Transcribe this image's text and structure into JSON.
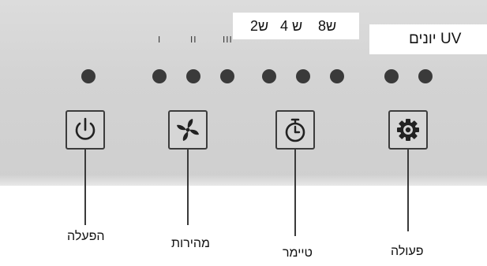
{
  "top_labels": {
    "timer_values": [
      "8ש",
      "4 ש",
      "2ש"
    ],
    "uv_ions": "יונים UV"
  },
  "speed_ticks": [
    "I",
    "II",
    "III"
  ],
  "buttons": {
    "power": {
      "caption": "הפעלה",
      "icon": "power-icon"
    },
    "speed": {
      "caption": "מהירות",
      "icon": "fan-icon"
    },
    "timer": {
      "caption": "טיימר",
      "icon": "stopwatch-icon"
    },
    "mode": {
      "caption": "פעולה",
      "icon": "gear-icon"
    }
  },
  "colors": {
    "panel": "#d3d3d3",
    "indicator_dot": "#3a3a3a",
    "button_border": "#3c3c3c"
  }
}
